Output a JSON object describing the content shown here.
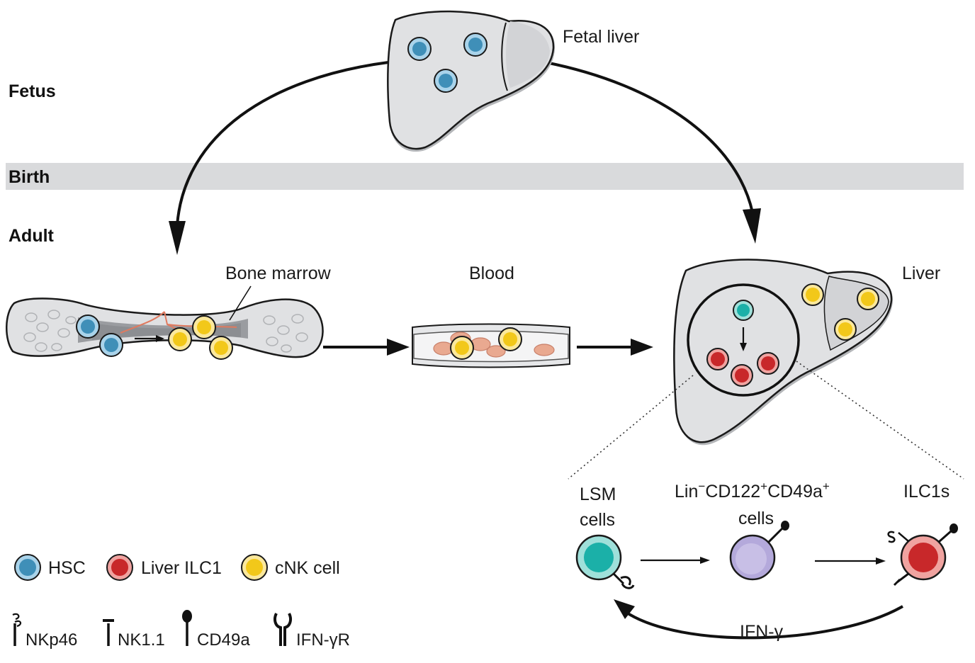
{
  "stages": {
    "fetus": "Fetus",
    "birth": "Birth",
    "adult": "Adult"
  },
  "locations": {
    "fetal_liver": "Fetal liver",
    "bone_marrow": "Bone marrow",
    "blood": "Blood",
    "liver": "Liver"
  },
  "differentiation": {
    "lsm_line1": "LSM",
    "lsm_line2": "cells",
    "intermediate_prefix": "Lin",
    "intermediate_sup1": "−",
    "intermediate_mid": "CD122",
    "intermediate_sup2": "+",
    "intermediate_mid2": "CD49a",
    "intermediate_sup3": "+",
    "intermediate_line2": "cells",
    "ilc1s": "ILC1s",
    "feedback": "IFN-γ"
  },
  "legend": {
    "cells": [
      {
        "label": "HSC",
        "color": "#3f8fb8"
      },
      {
        "label": "Liver ILC1",
        "color": "#c8282a"
      },
      {
        "label": "cNK cell",
        "color": "#f2c81a"
      }
    ],
    "receptors": [
      {
        "label": "NKp46",
        "icon": "nkp46-icon"
      },
      {
        "label": "NK1.1",
        "icon": "nk11-icon"
      },
      {
        "label": "CD49a",
        "icon": "cd49a-icon"
      },
      {
        "label": "IFN-γR",
        "icon": "ifngr-icon"
      }
    ]
  },
  "colors": {
    "hsc": "#3f8fb8",
    "ilc1": "#c8282a",
    "cnk": "#f2c81a",
    "lsm": "#1bb0a8",
    "intermediate": "#b4a9db",
    "organ": "#e0e1e3",
    "birth_band": "#d9dadc"
  }
}
